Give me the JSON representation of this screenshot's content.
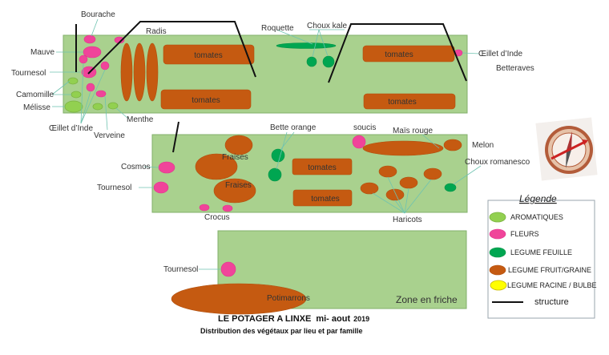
{
  "colors": {
    "aromatiques": "#92d050",
    "fleurs": "#f0449a",
    "legume_feuille": "#00a651",
    "legume_fruit": "#c55a11",
    "legume_racine": "#ffff00",
    "structure": "#111111",
    "bed": "#a9d18e"
  },
  "bed1": {
    "labels": {
      "bourache": "Bourache",
      "mauve": "Mauve",
      "tournesol": "Tournesol",
      "camomille": "Camomille",
      "melisse": "Mélisse",
      "oeillet": "Œillet d’Inde",
      "verveine": "Verveine",
      "menthe": "Menthe",
      "radis": "Radis",
      "roquette": "Roquette",
      "choux_kale": "Choux kale",
      "oeillet_right": "Œillet d’Inde",
      "betteraves": "Betteraves"
    },
    "tomatoes": [
      "tomates",
      "tomates",
      "tomates",
      "tomates"
    ]
  },
  "bed2": {
    "labels": {
      "cosmos": "Cosmos",
      "tournesol": "Tournesol",
      "fraises1": "Fraises",
      "fraises2": "Fraises",
      "crocus": "Crocus",
      "bette": "Bette orange",
      "soucis": "soucis",
      "mais": "Maïs rouge",
      "melon": "Melon",
      "romanesco": "Choux romanesco",
      "haricots": "Haricots"
    },
    "tomatoes": [
      "tomates",
      "tomates"
    ]
  },
  "bed3": {
    "labels": {
      "tournesol": "Tournesol",
      "potimarrons": "Potimarrons",
      "zone": "Zone en friche"
    }
  },
  "legend": {
    "title": "Légende",
    "items": [
      "AROMATIQUES",
      "FLEURS",
      "LEGUME FEUILLE",
      "LEGUME FRUIT/GRAINE",
      "LEGUME RACINE / BULBE",
      "structure"
    ]
  },
  "title": {
    "main": "LE POTAGER A LINXE",
    "date": "mi- aout",
    "year": "2019",
    "subtitle": "Distribution des végétaux par lieu et par famille"
  }
}
